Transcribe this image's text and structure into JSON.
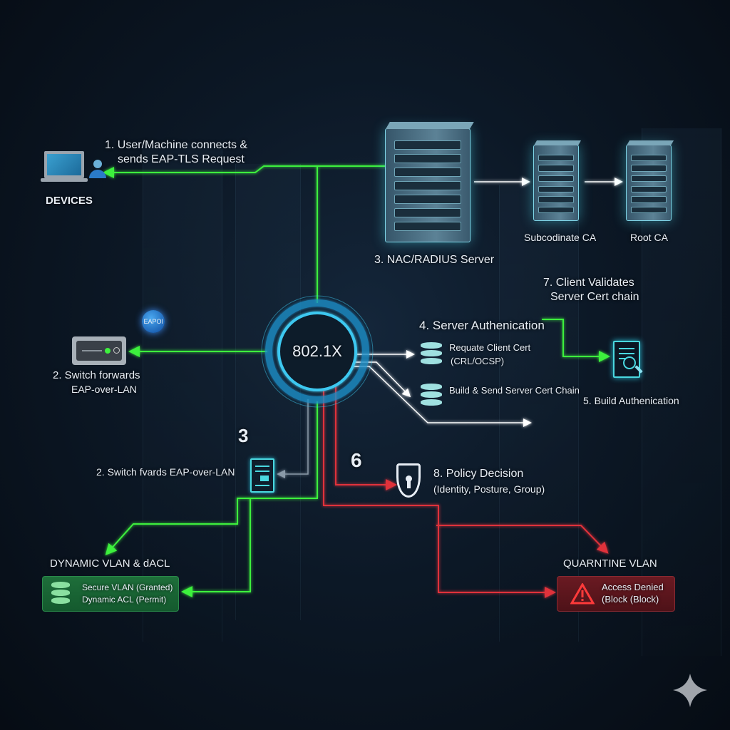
{
  "devices": {
    "label": "DEVICES",
    "step1_line1": "1. User/Machine connects &",
    "step1_line2": "sends EAP-TLS Request"
  },
  "switch": {
    "bubble": "EAPOl",
    "step2_line1": "2. Switch forwards",
    "step2_line2": "EAP-over-LAN"
  },
  "hub": {
    "label": "802.1X"
  },
  "servers": {
    "nac_label": "3. NAC/RADIUS Server",
    "sub_ca": "Subcodinate CA",
    "root_ca": "Root CA"
  },
  "step7": {
    "line1": "7. Client Validates",
    "line2": "Server Cert chain"
  },
  "step4": {
    "title": "4. Server Authenication",
    "item1_line1": "Requate Client Cert",
    "item1_line2": "(CRL/OCSP)",
    "item2": "Build & Send Server Cert Chain"
  },
  "step5": {
    "label": "5. Build Authenication"
  },
  "step3b": {
    "number": "3",
    "label": "2. Switch fvards EAP-over-LAN"
  },
  "step6": {
    "number": "6"
  },
  "step8": {
    "title": "8. Policy Decision",
    "subtitle": "(Identity, Posture, Group)"
  },
  "granted": {
    "heading": "DYNAMIC VLAN  & dACL",
    "line1": "Secure VLAN (Granted)",
    "line2": "Dynamic ACL (Permit)"
  },
  "denied": {
    "heading": "QUARNTINE VLAN",
    "line1": "Access Denied",
    "line2": "(Block (Block)"
  },
  "colors": {
    "green": "#3ef03e",
    "red": "#e0303a",
    "cyan": "#3cc8f0",
    "white": "#ffffff"
  }
}
